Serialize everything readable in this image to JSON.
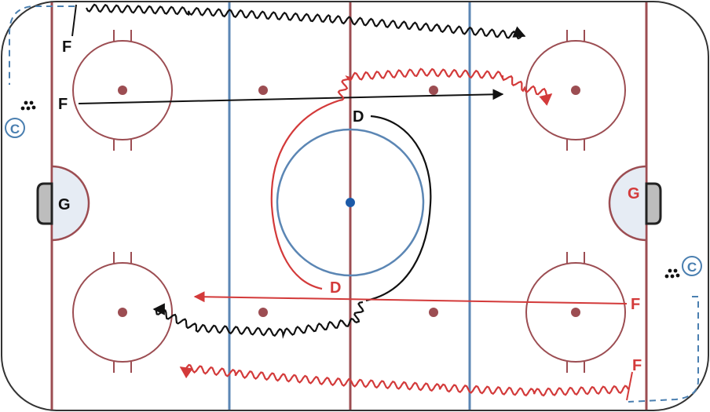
{
  "colors": {
    "rink_red": "#9c4d52",
    "blue_line": "#5b86b4",
    "center_dot": "#1c5aa8",
    "black": "#111111",
    "red_team": "#d33a3a",
    "coach": "#4a7fb0",
    "crease_fill": "#e6ecf4",
    "net_fill": "#bdbdbd"
  },
  "players": {
    "black_f_top": "F",
    "black_f_mid": "F",
    "black_d": "D",
    "black_goalie": "G",
    "red_d": "D",
    "red_goalie": "G",
    "red_f_mid": "F",
    "red_f_bottom": "F"
  },
  "coaches": {
    "left": "C",
    "right": "C"
  },
  "icons": {
    "puck_pile": "puck-pile-icon",
    "coach": "coach-icon"
  }
}
